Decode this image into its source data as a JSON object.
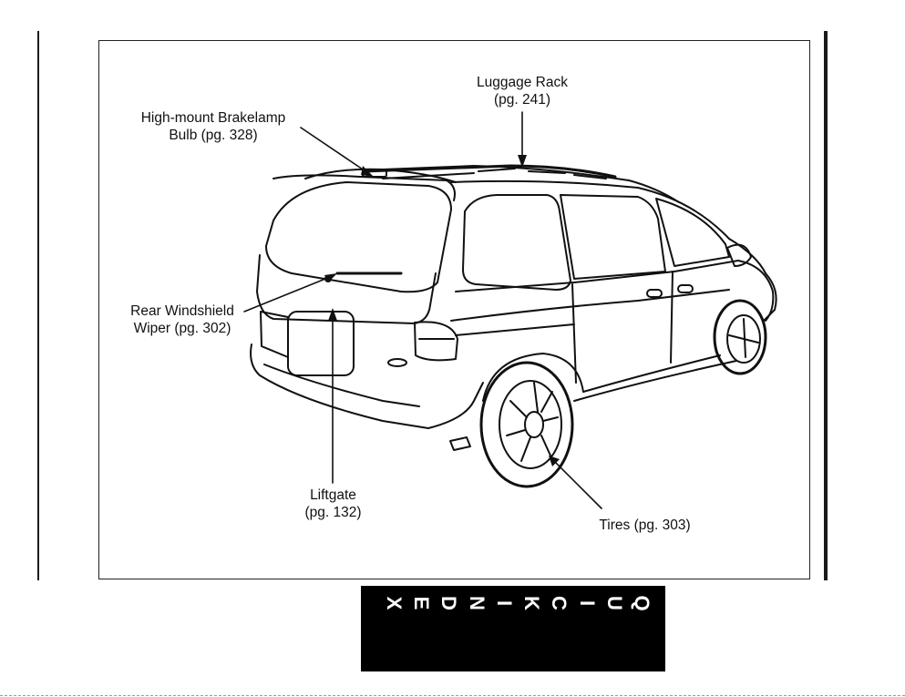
{
  "callouts": {
    "brakelamp": {
      "line1": "High-mount Brakelamp",
      "line2": "Bulb (pg. 328)"
    },
    "luggage_rack": {
      "line1": "Luggage Rack",
      "line2": "(pg. 241)"
    },
    "rear_wiper": {
      "line1": "Rear Windshield",
      "line2": "Wiper (pg. 302)"
    },
    "liftgate": {
      "line1": "Liftgate",
      "line2": "(pg. 132)"
    },
    "tires": {
      "line1": "Tires (pg. 303)"
    }
  },
  "quick_index_tab": {
    "letters": [
      "X",
      "E",
      "D",
      "N",
      "I",
      "K",
      "C",
      "I",
      "U",
      "Q"
    ]
  },
  "colors": {
    "ink": "#111111",
    "tab_background": "#000000",
    "tab_text": "#ffffff"
  }
}
